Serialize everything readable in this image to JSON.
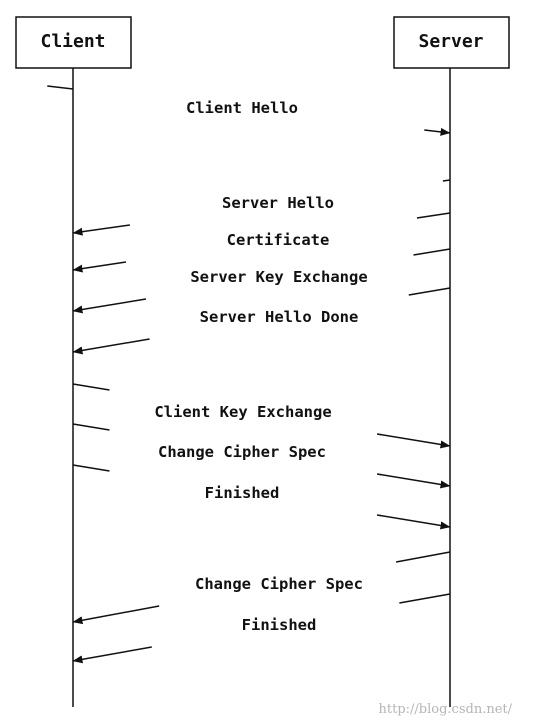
{
  "actors": {
    "client": {
      "label": "Client"
    },
    "server": {
      "label": "Server"
    }
  },
  "messages": [
    {
      "label": "Client Hello",
      "from": "client",
      "to": "server"
    },
    {
      "label": "Server Hello",
      "from": "server",
      "to": "client"
    },
    {
      "label": "Certificate",
      "from": "server",
      "to": "client"
    },
    {
      "label": "Server Key Exchange",
      "from": "server",
      "to": "client"
    },
    {
      "label": "Server Hello Done",
      "from": "server",
      "to": "client"
    },
    {
      "label": "Client Key Exchange",
      "from": "client",
      "to": "server"
    },
    {
      "label": "Change Cipher Spec",
      "from": "client",
      "to": "server"
    },
    {
      "label": "Finished",
      "from": "client",
      "to": "server"
    },
    {
      "label": "Change Cipher Spec",
      "from": "server",
      "to": "client"
    },
    {
      "label": "Finished",
      "from": "server",
      "to": "client"
    }
  ],
  "watermark": "http://blog.csdn.net/",
  "colors": {
    "line": "#111111",
    "text": "#111111",
    "watermark": "#b5b5b5"
  }
}
